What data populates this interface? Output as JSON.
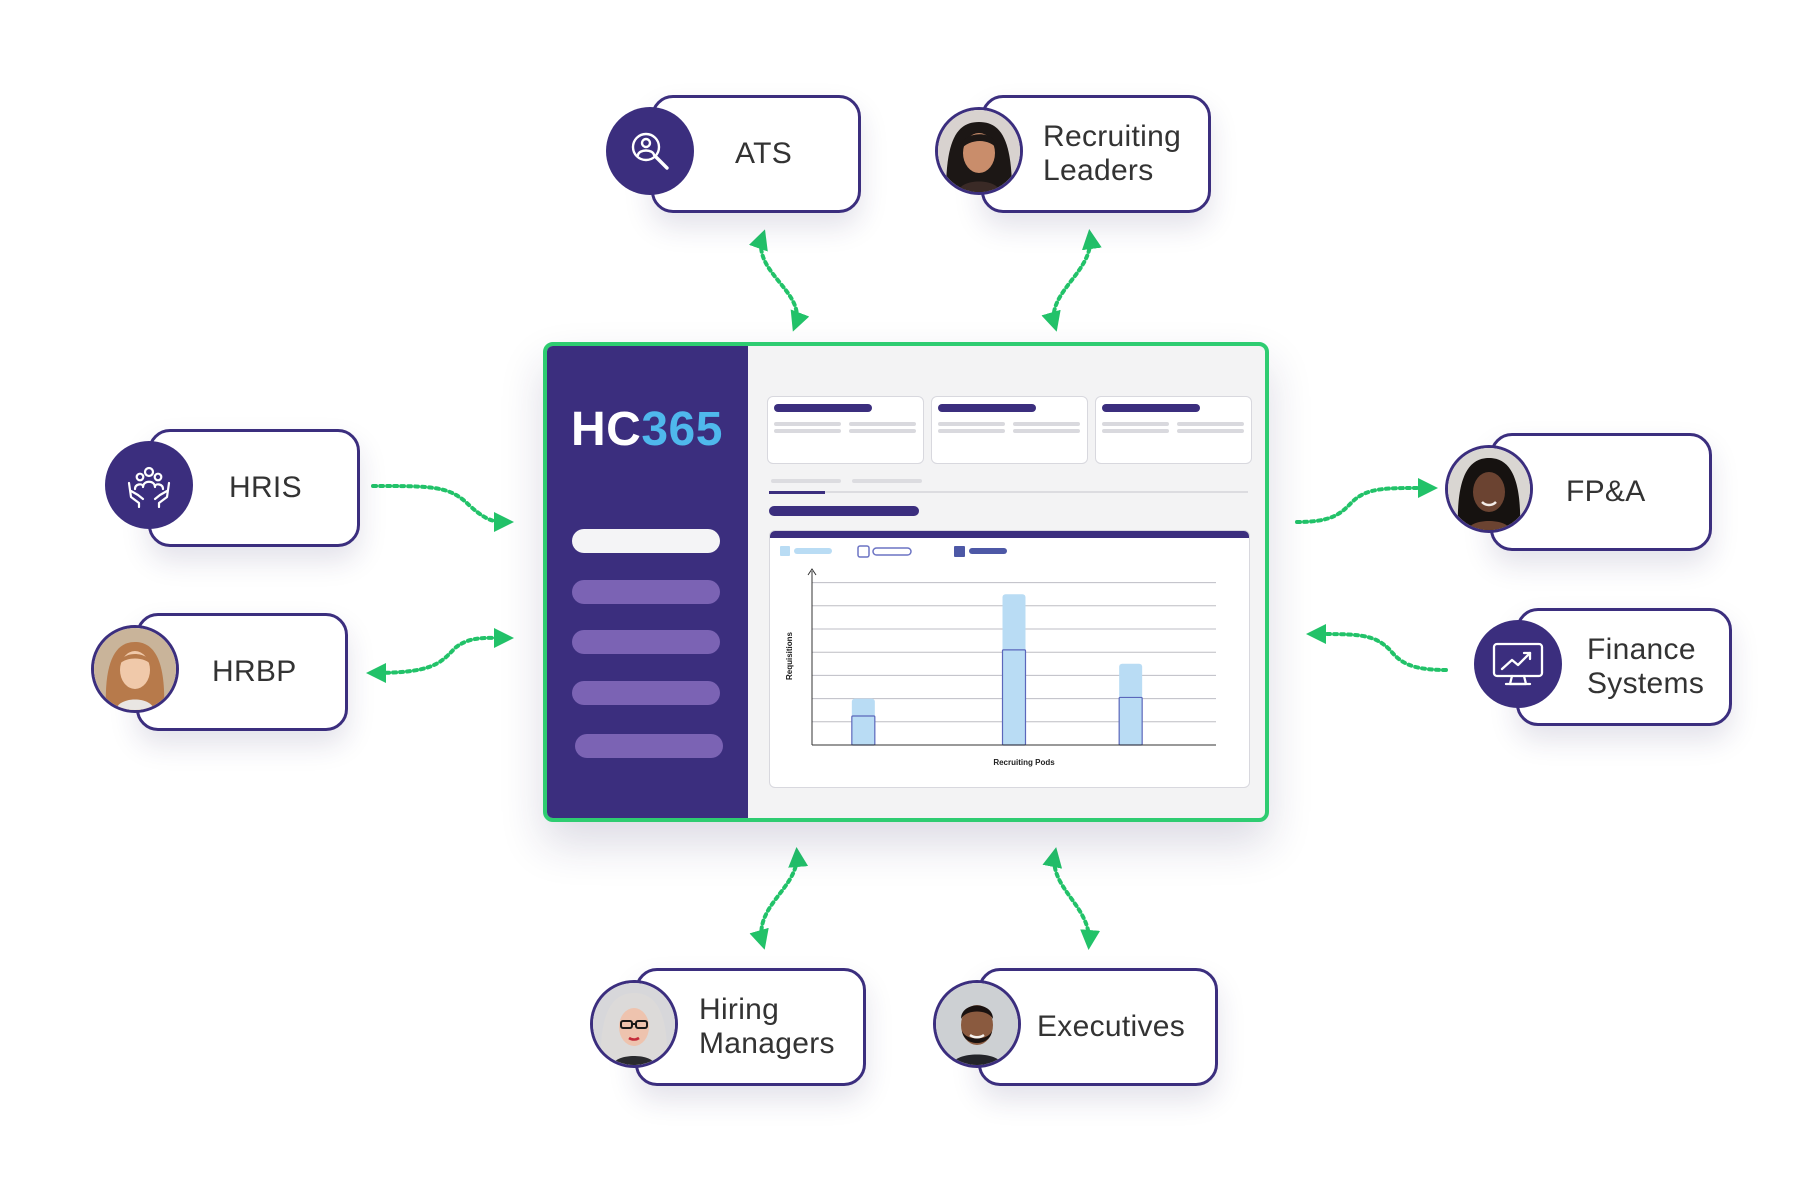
{
  "center": {
    "logo_prefix": "HC",
    "logo_suffix": "365",
    "colors": {
      "sidebar": "#3b2e7e",
      "accent": "#4fb8ec",
      "frame": "#2ecc71"
    }
  },
  "nodes": {
    "ats": "ATS",
    "recruiting_leaders": "Recruiting\nLeaders",
    "hris": "HRIS",
    "hrbp": "HRBP",
    "fpa": "FP&A",
    "finance_systems": "Finance\nSystems",
    "hiring_managers": "Hiring\nManagers",
    "executives": "Executives"
  },
  "icons": {
    "ats": "search-person-icon",
    "hris": "hands-people-icon",
    "finance_systems": "monitor-trend-icon"
  },
  "connector_color": "#22c269",
  "chart_data": {
    "type": "bar",
    "categories": [
      "",
      "",
      ""
    ],
    "series": [
      {
        "values": [
          4,
          13,
          7
        ]
      },
      {
        "values": [
          2.5,
          8.2,
          4.1
        ]
      }
    ],
    "xlabel": "Recruiting Pods",
    "ylabel": "Requisitions",
    "ylim": [
      0,
      15
    ],
    "grid": true
  }
}
